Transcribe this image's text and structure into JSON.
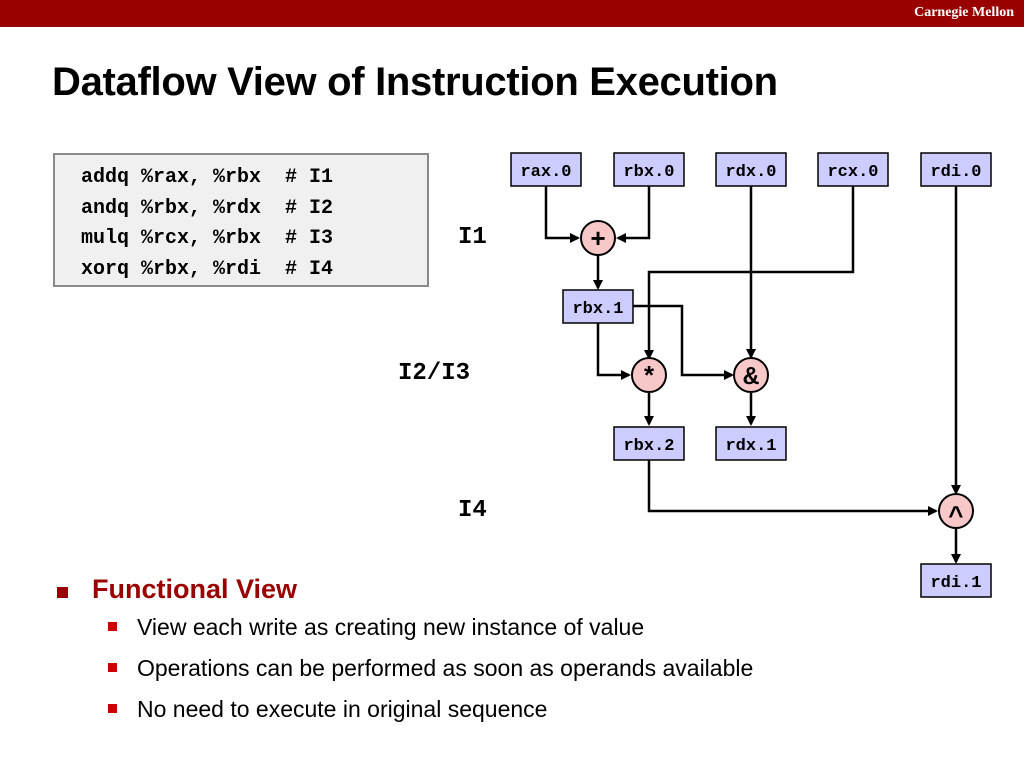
{
  "header": {
    "brand": "Carnegie Mellon",
    "accent": "#990000"
  },
  "title": "Dataflow View of Instruction Execution",
  "code": [
    "addq %rax, %rbx  # I1",
    "andq %rbx, %rdx  # I2",
    "mulq %rcx, %rbx  # I3",
    "xorq %rbx, %rdi  # I4"
  ],
  "diagram": {
    "stage_labels": {
      "i1": "I1",
      "i23": "I2/I3",
      "i4": "I4"
    },
    "registers": {
      "rax0": "rax.0",
      "rbx0": "rbx.0",
      "rdx0": "rdx.0",
      "rcx0": "rcx.0",
      "rdi0": "rdi.0",
      "rbx1": "rbx.1",
      "rbx2": "rbx.2",
      "rdx1": "rdx.1",
      "rdi1": "rdi.1"
    },
    "operators": {
      "add": "+",
      "mul": "*",
      "and": "&",
      "xor": "^"
    },
    "colors": {
      "register_fill": "#ccccff",
      "operator_fill": "#f8c8c8"
    }
  },
  "bullets": {
    "heading": "Functional View",
    "items": [
      "View each write as creating new instance of value",
      "Operations can be performed as soon as operands available",
      "No need to execute in original sequence"
    ]
  }
}
